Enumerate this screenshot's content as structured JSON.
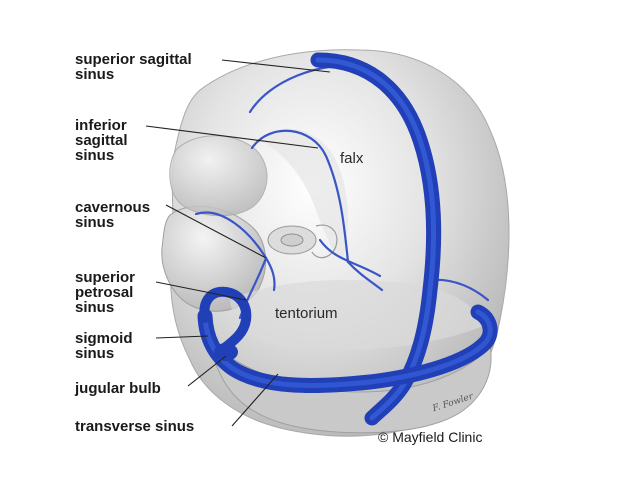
{
  "labels": {
    "superior_sagittal": [
      "superior sagittal",
      "sinus"
    ],
    "inferior_sagittal": [
      "inferior",
      "sagittal",
      "sinus"
    ],
    "cavernous": [
      "cavernous",
      "sinus"
    ],
    "superior_petrosal": [
      "superior",
      "petrosal",
      "sinus"
    ],
    "sigmoid": [
      "sigmoid",
      "sinus"
    ],
    "jugular_bulb": [
      "jugular bulb"
    ],
    "transverse": [
      "transverse sinus"
    ]
  },
  "inner_labels": {
    "falx": "falx",
    "tentorium": "tentorium"
  },
  "credit": "© Mayfield Clinic",
  "signature": "F. Fowler",
  "colors": {
    "sinus": "#2140b8",
    "sinus_dark": "#12268a",
    "vessel": "#4a63c9",
    "brain": "#d6d6d6"
  }
}
